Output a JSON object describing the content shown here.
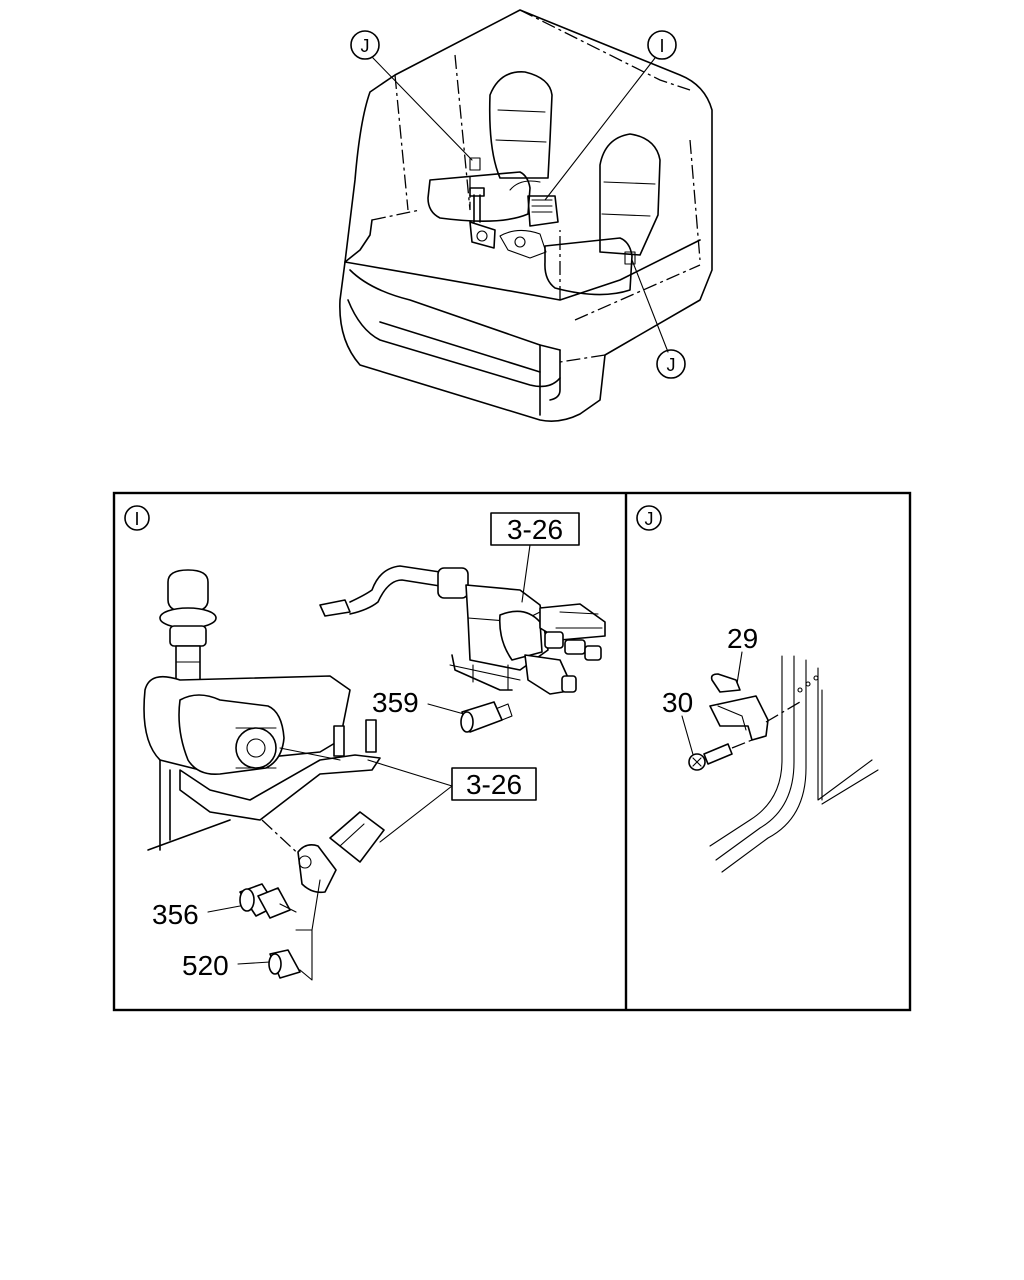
{
  "overview": {
    "callouts": [
      {
        "id": "callout-i-top",
        "letter": "I"
      },
      {
        "id": "callout-j-top-left",
        "letter": "J"
      },
      {
        "id": "callout-j-bottom-right",
        "letter": "J"
      }
    ]
  },
  "panel_i": {
    "badge": "I",
    "labels": {
      "ref_a": "3-26",
      "ref_b": "3-26",
      "p359": "359",
      "p356": "356",
      "p520": "520"
    }
  },
  "panel_j": {
    "badge": "J",
    "labels": {
      "p29": "29",
      "p30": "30"
    }
  }
}
